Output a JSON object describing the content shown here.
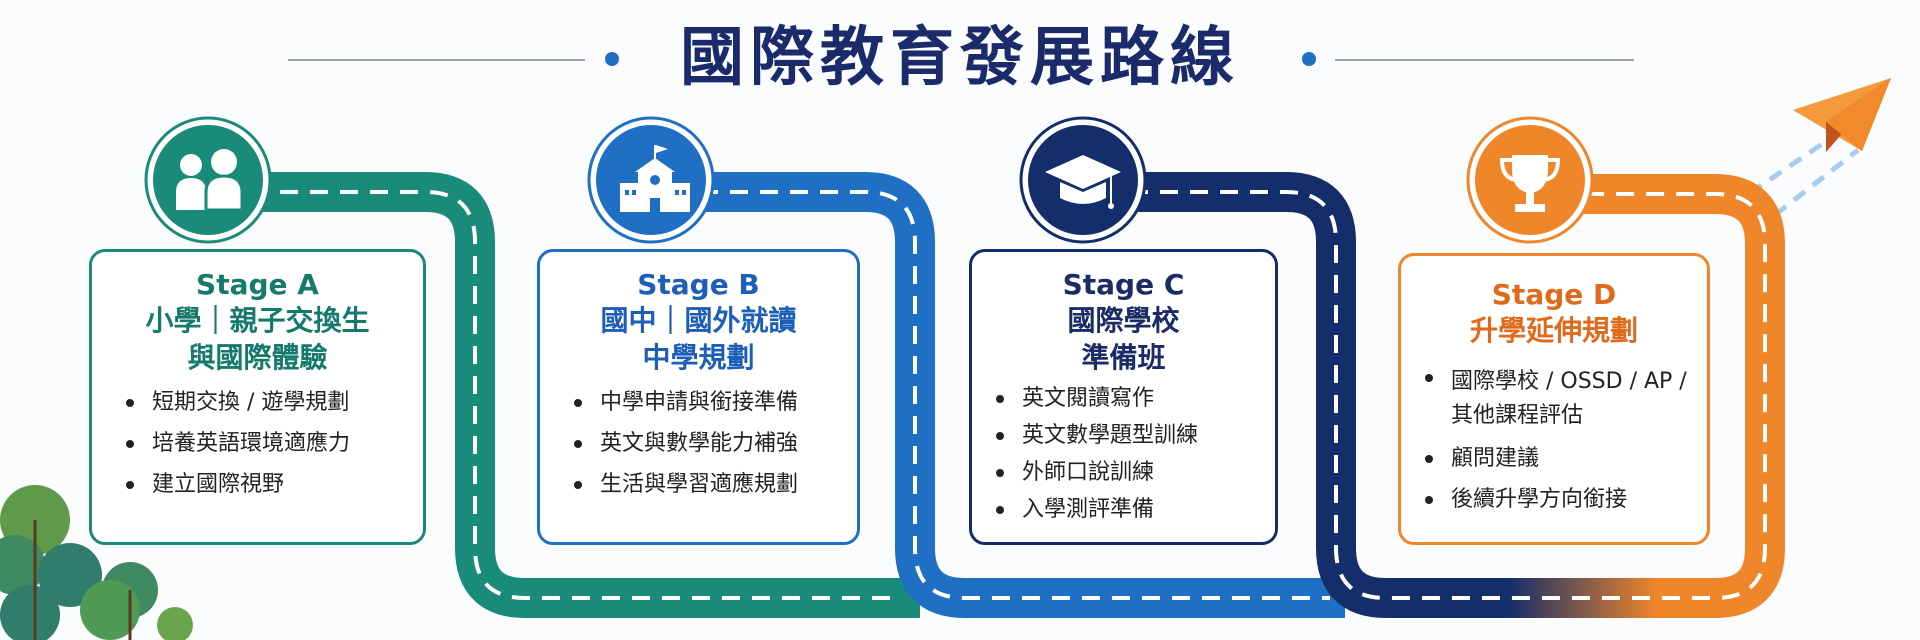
{
  "title": "國際教育發展路線",
  "colors": {
    "teal": "#1a8a7a",
    "blue": "#1f6fc4",
    "navy": "#142d6b",
    "orange": "#f0862a",
    "title": "#1b2a6b"
  },
  "stages": [
    {
      "stage": "Stage A",
      "title_lines": [
        "小學｜親子交換生",
        "與國際體驗"
      ],
      "icon": "people-icon",
      "bullets": [
        "短期交換 / 遊學規劃",
        "培養英語環境適應力",
        "建立國際視野"
      ]
    },
    {
      "stage": "Stage B",
      "title_lines": [
        "國中｜國外就讀",
        "中學規劃"
      ],
      "icon": "school-building-icon",
      "bullets": [
        "中學申請與銜接準備",
        "英文與數學能力補強",
        "生活與學習適應規劃"
      ]
    },
    {
      "stage": "Stage C",
      "title_lines": [
        "國際學校",
        "準備班"
      ],
      "icon": "graduation-cap-icon",
      "bullets": [
        "英文閱讀寫作",
        "英文數學題型訓練",
        "外師口說訓練",
        "入學測評準備"
      ]
    },
    {
      "stage": "Stage D",
      "title_lines": [
        "升學延伸規劃"
      ],
      "icon": "trophy-icon",
      "bullets": [
        "國際學校 / OSSD / AP / 其他課程評估",
        "顧問建議",
        "後續升學方向銜接"
      ]
    }
  ]
}
